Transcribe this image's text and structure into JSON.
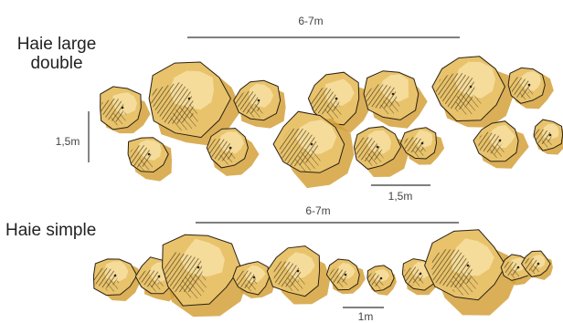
{
  "diagram": {
    "section_double": {
      "title_line1": "Haie large",
      "title_line2": "double",
      "length_label": "6-7m",
      "depth_label": "1,5m",
      "spacing_label": "1,5m"
    },
    "section_simple": {
      "title": "Haie simple",
      "length_label": "6-7m",
      "spacing_label": "1m"
    },
    "colors": {
      "foliage": "#e8c36c",
      "foliage_light": "#f6dfa0",
      "shadow": "#d3a13a",
      "hatching": "#3b2c12",
      "outline": "#2b2114"
    }
  }
}
